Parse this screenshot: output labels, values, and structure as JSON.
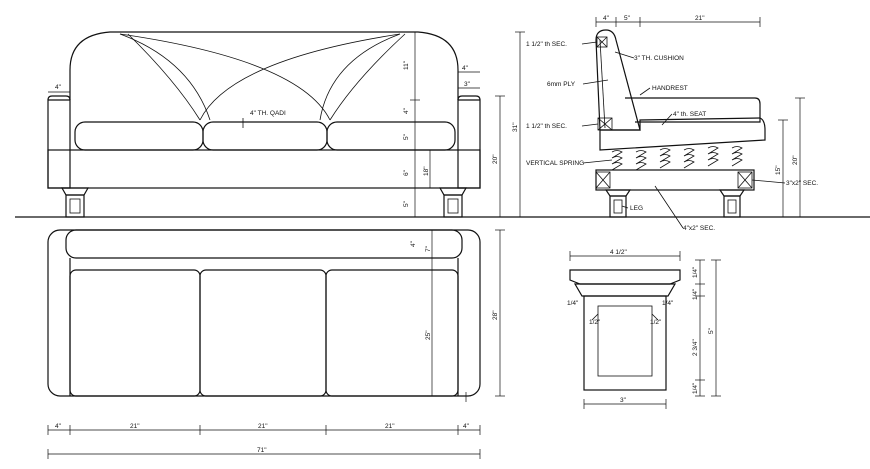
{
  "labels": {
    "front_qadi": "4\" TH. QADI",
    "side_sec_top": "1 1/2\" th SEC.",
    "side_cushion": "3\" TH. CUSHION",
    "side_ply": "6mm PLY",
    "side_handrest": "HANDREST",
    "side_seat": "4\" th. SEAT",
    "side_sec_mid": "1 1/2\" th SEC.",
    "side_spring": "VERTICAL SPRING",
    "side_leg": "LEG",
    "side_sec_right": "3\"x2\" SEC.",
    "side_sec_bottom": "4\"x2\" SEC."
  },
  "dims": {
    "front_left_arm": "4\"",
    "front_right_arm": "4\"",
    "front_right_arm2": "3\"",
    "front_v_11": "11\"",
    "front_v_4": "4\"",
    "front_v_5a": "5\"",
    "front_v_6": "6\"",
    "front_v_18": "18\"",
    "front_v_5b": "5\"",
    "front_v_31": "31\"",
    "front_v_20": "20\"",
    "side_top_4": "4\"",
    "side_top_5": "5\"",
    "side_top_21": "21\"",
    "side_v_15": "15\"",
    "side_v_20": "20\"",
    "side_v_31": "31\"",
    "plan_v_4": "4\"",
    "plan_v_7": "7\"",
    "plan_v_25": "25\"",
    "plan_v_28": "28\"",
    "plan_h_4a": "4\"",
    "plan_h_21a": "21\"",
    "plan_h_21b": "21\"",
    "plan_h_21c": "21\"",
    "plan_h_4b": "4\"",
    "plan_h_71": "71\"",
    "leg_top": "4 1/2\"",
    "leg_side_a": "1/4\"",
    "leg_side_b": "1/4\"",
    "leg_side_c": "1/2\"",
    "leg_side_d": "1/2\"",
    "leg_bottom": "3\"",
    "leg_v_1a": "1/4\"",
    "leg_v_1b": "1/4\"",
    "leg_v_2": "2 3/4\"",
    "leg_v_3": "1/4\"",
    "leg_v_5": "5\""
  }
}
